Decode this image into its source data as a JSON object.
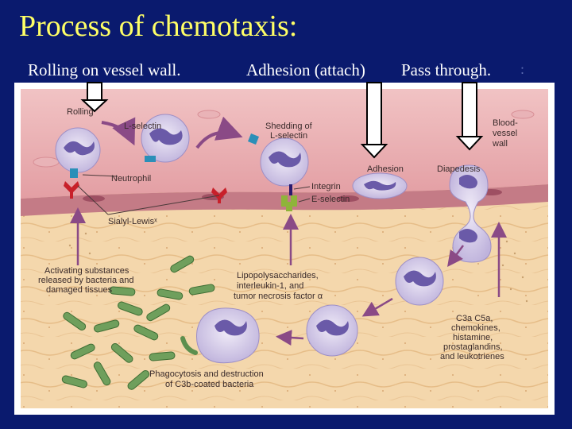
{
  "slide": {
    "title": "Process of chemotaxis:",
    "steps": [
      {
        "label": "Rolling on vessel wall."
      },
      {
        "label": "Adhesion (attach)"
      },
      {
        "label": "Pass through."
      }
    ],
    "trailing_mark": ":"
  },
  "figure": {
    "labels": {
      "rolling": "Rolling",
      "l_selectin": "L-selectin",
      "neutrophil": "Neutrophil",
      "sialyl_lewis": "Sialyl-Lewisˣ",
      "shedding_1": "Shedding of",
      "shedding_2": "L-selectin",
      "integrin": "Integrin",
      "e_selectin": "E-selectin",
      "adhesion": "Adhesion",
      "diapedesis": "Diapedesis",
      "vessel_1": "Blood-",
      "vessel_2": "vessel",
      "vessel_3": "wall",
      "activating_1": "Activating substances",
      "activating_2": "released by bacteria and",
      "activating_3": "damaged tissues",
      "lps_1": "Lipopolysaccharides,",
      "lps_2": "interleukin-1, and",
      "lps_3": "tumor necrosis factor α",
      "c3a_1": "C3a  C5a,",
      "c3a_2": "chemokines,",
      "c3a_3": "histamine,",
      "c3a_4": "prostaglandins,",
      "c3a_5": "and leukotrienes",
      "phago_1": "Phagocytosis and destruction",
      "phago_2": "of C3b-coated bacteria"
    },
    "colors": {
      "background": "#0a1a6e",
      "title": "#ffff66",
      "vessel": "#e7a3a6",
      "tissue": "#f3d3a3",
      "nucleus": "#6a5aa8",
      "cell": "#d9d2ea",
      "bacteria": "#5d8f4e",
      "receptor_red": "#c8202a",
      "receptor_blue": "#2b8fb8"
    }
  }
}
